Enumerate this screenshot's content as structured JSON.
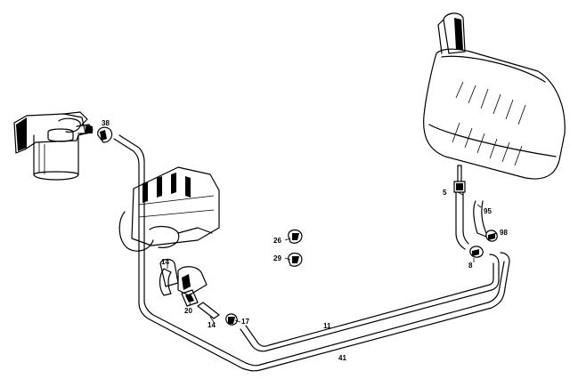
{
  "diagram": {
    "callouts": {
      "c38": "38",
      "c5": "5",
      "c95": "95",
      "c98": "98",
      "c8": "8",
      "c26": "26",
      "c29": "29",
      "c14a": "14",
      "c20": "20",
      "c14b": "14",
      "c17": "17",
      "c11": "11",
      "c41": "41"
    }
  }
}
